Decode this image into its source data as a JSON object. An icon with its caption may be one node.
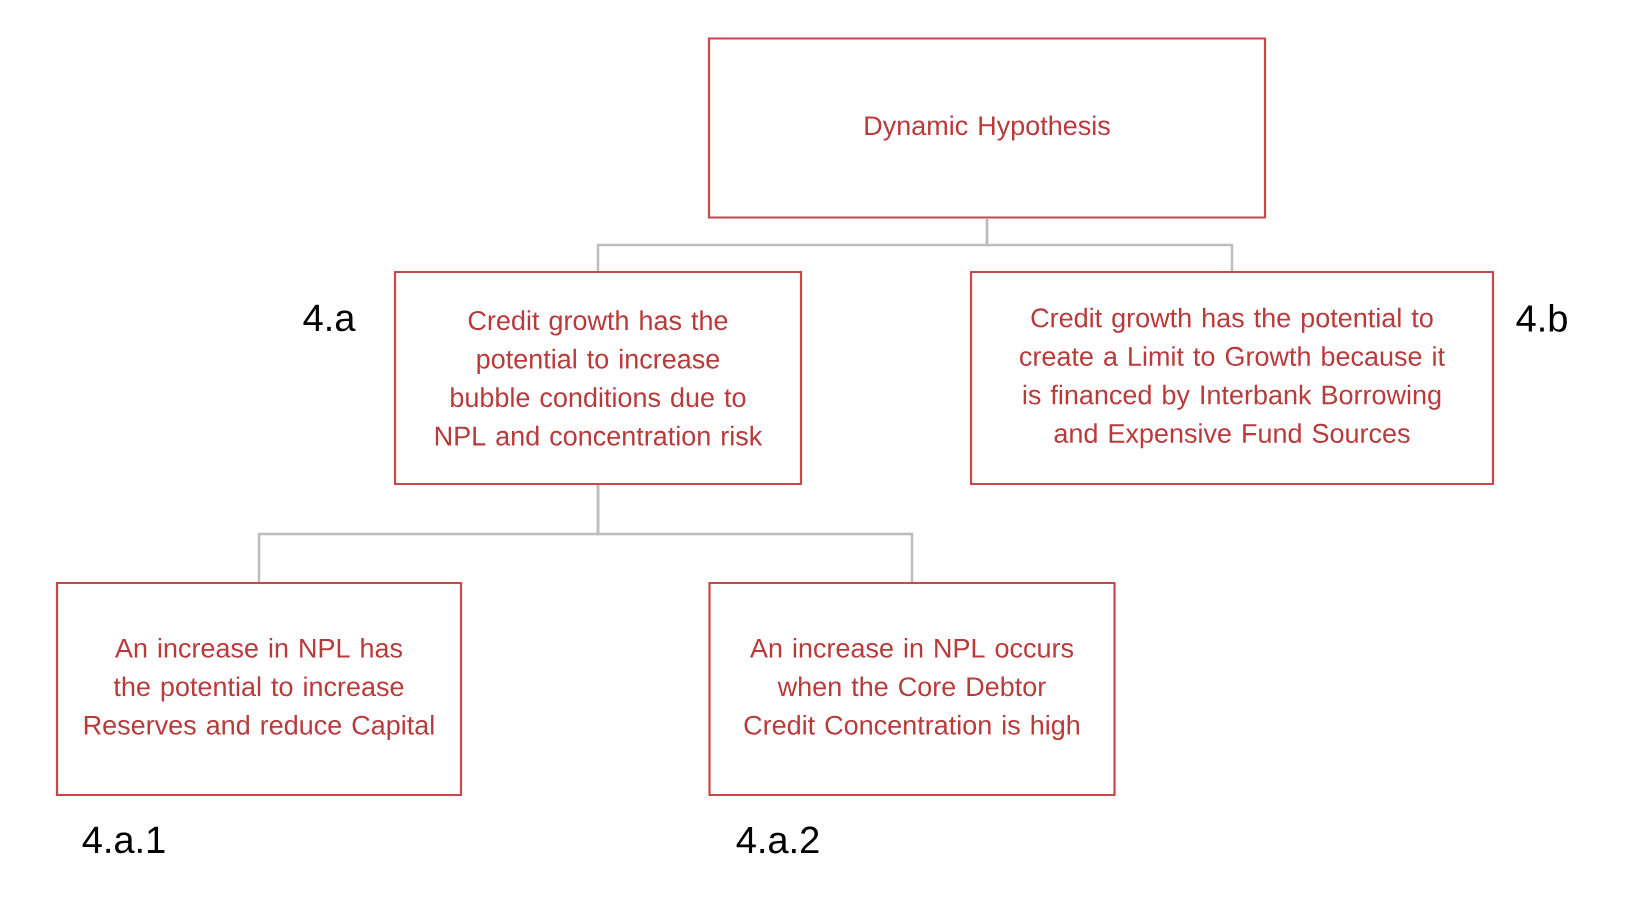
{
  "diagram": {
    "nodes": [
      {
        "text": [
          "Dynamic Hypothesis"
        ]
      },
      {
        "text": [
          "Credit growth has the potential to increase bubble conditions due to NPL and concentration risk"
        ],
        "beside": [
          "4.a"
        ]
      },
      {
        "text": [
          "Credit growth has the potential to create a Limit to Growth because it is financed by Interbank Borrowing and Expensive Fund Sources"
        ],
        "beside": [
          "4.b"
        ]
      },
      {
        "text": [
          "An increase in NPL has the potential to increase Reserves and reduce Capital"
        ],
        "beside": [
          "4.a.1"
        ]
      },
      {
        "text": [
          "An increase in NPL occurs when the Core Debtor Credit Concentration is high"
        ],
        "beside": [
          "4.a.2"
        ]
      }
    ],
    "edges": [
      {
        "from": 0,
        "to": 1,
        "arrow": "none"
      },
      {
        "from": 0,
        "to": 2,
        "arrow": "none"
      },
      {
        "from": 1,
        "to": 3,
        "arrow": "none"
      },
      {
        "from": 1,
        "to": 4,
        "arrow": "none"
      }
    ]
  }
}
